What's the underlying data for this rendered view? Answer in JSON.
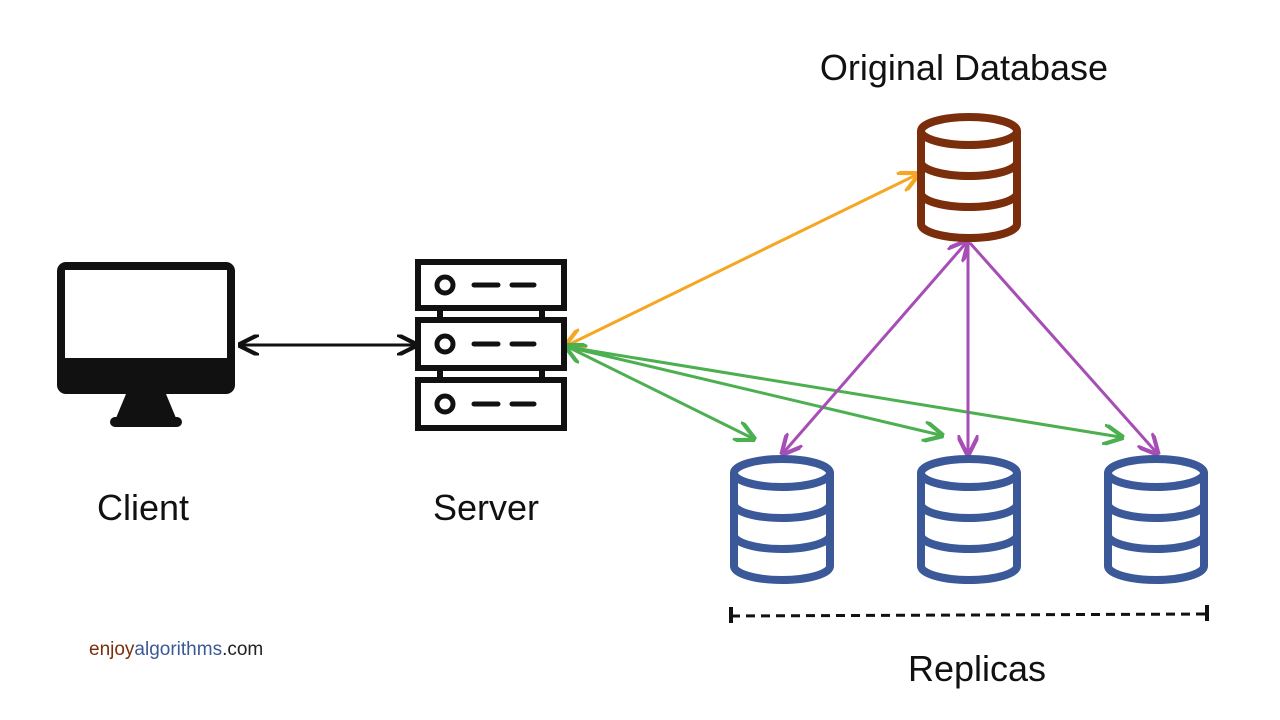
{
  "labels": {
    "client": "Client",
    "server": "Server",
    "original_database": "Original Database",
    "replicas": "Replicas"
  },
  "brand": {
    "part1": "enjoy",
    "part2": "algorithms",
    "part3": ".com"
  },
  "colors": {
    "original_db": "#7a2e0b",
    "replica_db": "#3b5998",
    "server_to_original": "#f5a623",
    "server_to_replicas": "#4caf50",
    "original_to_replicas": "#a64db6",
    "client_server": "#111111",
    "brand_part1": "#7a2e0b",
    "brand_part2": "#3b5998",
    "brand_part3": "#222222"
  },
  "icons": {
    "client": "monitor-icon",
    "server": "server-rack-icon",
    "original_db": "database-icon",
    "replica": "database-icon"
  }
}
